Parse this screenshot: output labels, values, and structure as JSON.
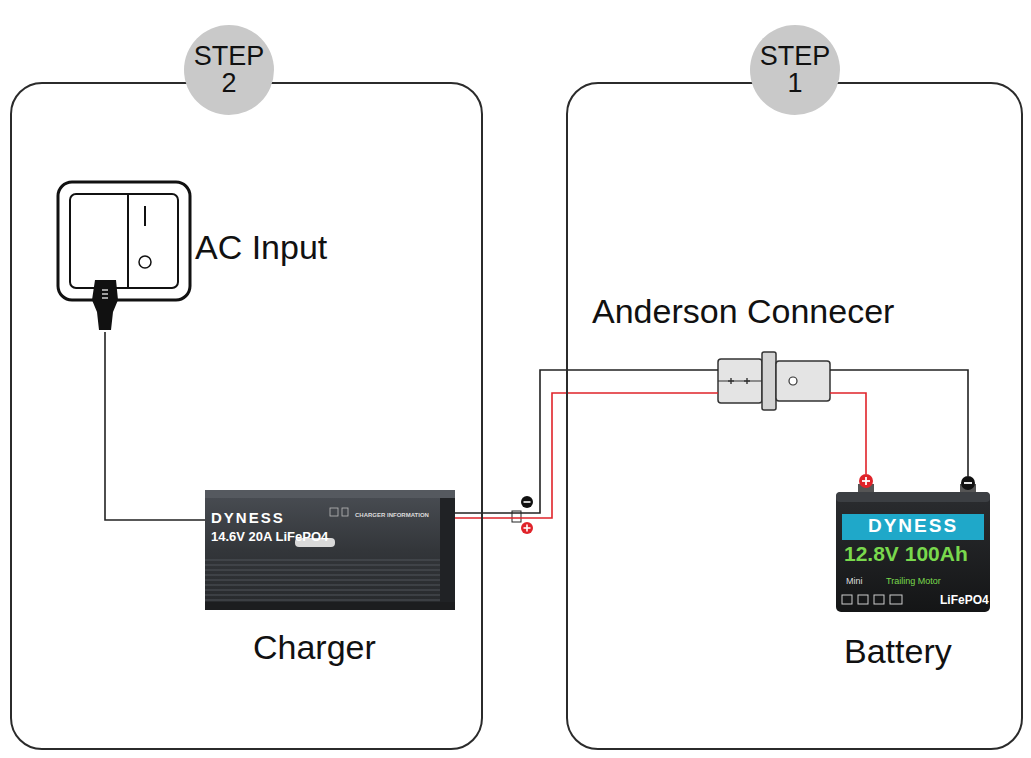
{
  "diagram": {
    "nodes": [
      {
        "text": [
          "STEP 2"
        ]
      },
      {
        "text": [
          "AC Input"
        ],
        "in": 0
      },
      {
        "text": [
          "Charger"
        ],
        "in": 0
      },
      {
        "text": [
          "STEP 1"
        ]
      },
      {
        "text": [
          "Anderson Connecer"
        ],
        "in": 3
      },
      {
        "text": [
          "Battery"
        ],
        "in": 3
      }
    ],
    "edges": [
      {
        "from": 1,
        "to": 2,
        "arrow": "none"
      },
      {
        "from": 2,
        "to": 4,
        "arrow": "none"
      },
      {
        "from": 4,
        "to": 5,
        "arrow": "none"
      }
    ],
    "labels": [
      "DYNESS",
      "14.6V 20A LiFePO4",
      "CHARGER INFORMATION",
      "DYNESS",
      "12.8V 100Ah",
      "Mini",
      "Trailing Motor",
      "LiFePO4"
    ]
  }
}
